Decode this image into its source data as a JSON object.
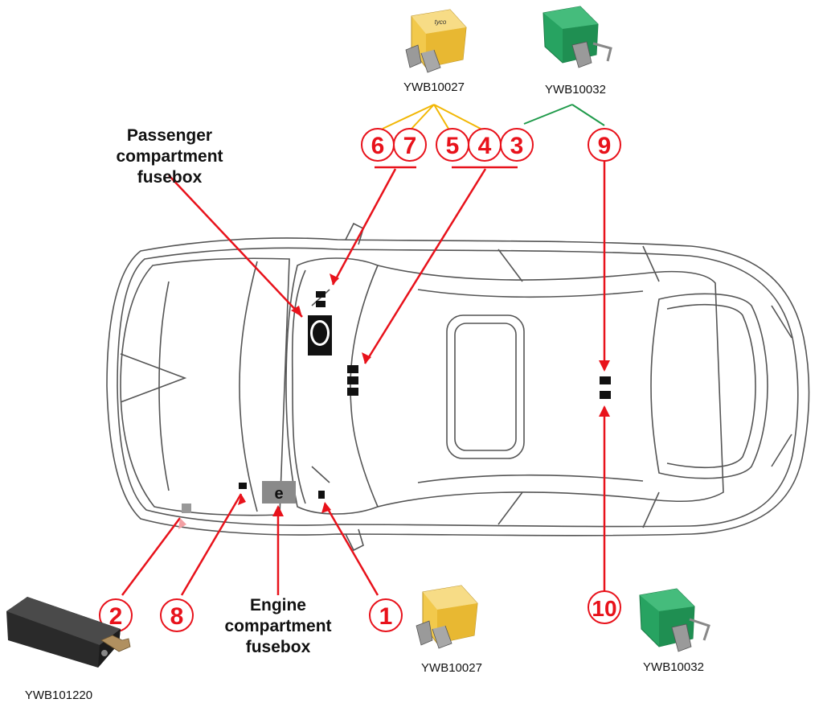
{
  "labels": {
    "passenger_fusebox": [
      "Passenger",
      "compartment",
      "fusebox"
    ],
    "engine_fusebox": [
      "Engine",
      "compartment",
      "fusebox"
    ]
  },
  "parts": {
    "relay_top_yellow": "YWB10027",
    "relay_top_green": "YWB10032",
    "relay_bottom_yellow": "YWB10027",
    "relay_bottom_green": "YWB10032",
    "relay_black": "YWB101220"
  },
  "callouts": {
    "n1": "1",
    "n2": "2",
    "n3": "3",
    "n4": "4",
    "n5": "5",
    "n6": "6",
    "n7": "7",
    "n8": "8",
    "n9": "9",
    "n10": "10"
  },
  "colors": {
    "callout_red": "#e8121b",
    "yellow_relay": "#f2c94c",
    "green_relay": "#27a361",
    "yellow_line": "#f2b705",
    "green_line": "#1f9a4a",
    "car_outline": "#555555"
  },
  "relay_brand": "tyco"
}
